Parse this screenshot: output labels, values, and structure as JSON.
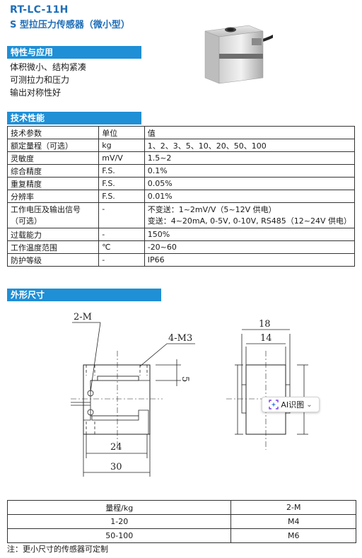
{
  "header": {
    "model": "RT-LC-11H",
    "subtitle": "S 型拉压力传感器（微小型）"
  },
  "sections": {
    "features_title": "特性与应用",
    "spec_title": "技术性能",
    "dimension_title": "外形尺寸"
  },
  "features": [
    "体积微小、结构紧凑",
    "可测拉力和压力",
    "输出对称性好"
  ],
  "spec_table": {
    "header": [
      "技术参数",
      "单位",
      "值"
    ],
    "rows": [
      [
        "额定量程（可选）",
        "kg",
        "1、2、3、5、10、20、50、100"
      ],
      [
        "灵敏度",
        "mV/V",
        "1.5~2"
      ],
      [
        "综合精度",
        "F.S.",
        "0.1%"
      ],
      [
        "重复精度",
        "F.S.",
        "0.05%"
      ],
      [
        "分辨率",
        "F.S.",
        "0.01%"
      ],
      [
        "过载能力",
        "-",
        "150%"
      ],
      [
        "工作温度范围",
        "℃",
        "-20~60"
      ],
      [
        "防护等级",
        "-",
        "IP66"
      ]
    ],
    "voltage_row": {
      "param_line1": "工作电压及输出信号",
      "param_line2": "（可选）",
      "unit": "-",
      "value_line1": "不变送：1~2mV/V（5~12V 供电）",
      "value_line2": "变送：4~20mA, 0-5V, 0-10V, RS485（12~24V 供电）"
    }
  },
  "drawing": {
    "thread_front": "2-M",
    "thread_top": "4-M3",
    "dim_5": "5",
    "dim_24": "24",
    "dim_30": "30",
    "dim_18": "18",
    "dim_14": "14"
  },
  "thread_table": {
    "header": [
      "量程/kg",
      "2-M"
    ],
    "rows": [
      [
        "1-20",
        "M4"
      ],
      [
        "50-100",
        "M6"
      ]
    ]
  },
  "note": "注：更小尺寸的传感器可定制",
  "ai_button": {
    "label": "AI识图",
    "icon": "ai-scan-icon"
  }
}
